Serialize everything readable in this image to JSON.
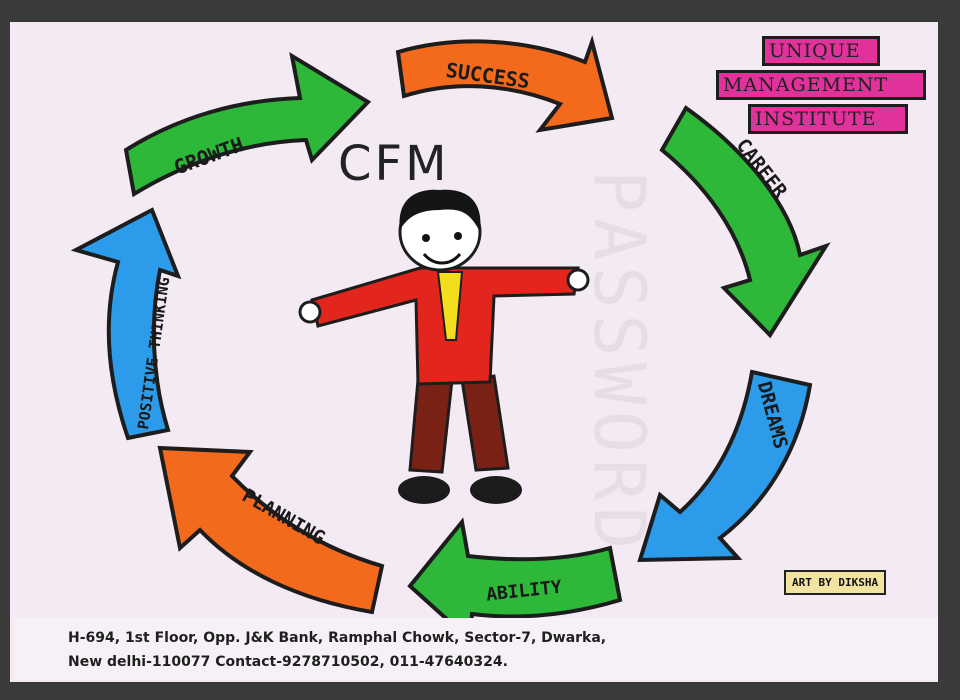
{
  "arrows": [
    {
      "label": "SUCCESS",
      "color": "#f36a1c"
    },
    {
      "label": "CAREER",
      "color": "#2db83a"
    },
    {
      "label": "DREAMS",
      "color": "#2b9bea"
    },
    {
      "label": "ABILITY",
      "color": "#2db83a"
    },
    {
      "label": "PLANNING",
      "color": "#f36a1c"
    },
    {
      "label": "POSITIVE THINKING",
      "color": "#2b9bea"
    },
    {
      "label": "GROWTH",
      "color": "#2db83a"
    }
  ],
  "center_title": "CFM",
  "institute": {
    "line1": "UNIQUE",
    "line2": "MANAGEMENT",
    "line3": "INSTITUTE",
    "color": "#e0329a"
  },
  "credit": "ART BY DIKSHA",
  "address": {
    "line1": "H-694, 1st Floor, Opp. J&K Bank, Ramphal Chowk, Sector-7, Dwarka,",
    "line2": "New delhi-110077 Contact-9278710502, 011-47640324."
  },
  "icons": [
    "cartoon-person-icon"
  ]
}
